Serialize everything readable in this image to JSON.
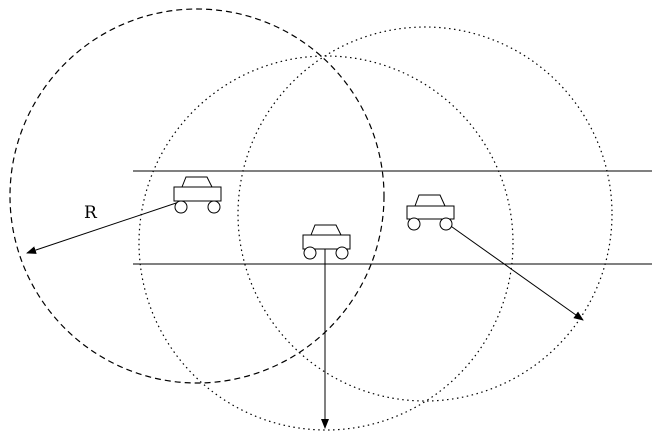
{
  "diagram": {
    "radius_label": "R",
    "vehicles": [
      {
        "id": "left-car",
        "range_circle": "dashed"
      },
      {
        "id": "middle-car",
        "range_circle": "dotted"
      },
      {
        "id": "right-car",
        "range_circle": "dotted"
      }
    ],
    "colors": {
      "stroke": "#000000",
      "background": "#ffffff"
    }
  }
}
